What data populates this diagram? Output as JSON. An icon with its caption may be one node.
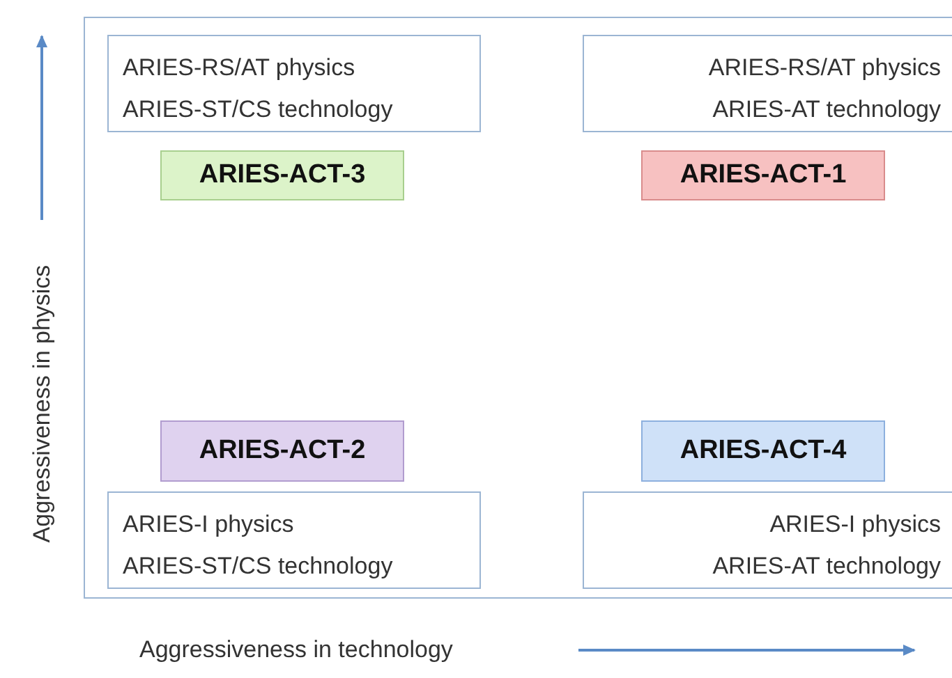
{
  "diagram": {
    "nodes": [
      {
        "text": [
          "ARIES-RS/AT physics",
          "ARIES-ST/CS technology"
        ]
      },
      {
        "text": [
          "ARIES-RS/AT physics",
          "ARIES-AT technology"
        ]
      },
      {
        "text": [
          "ARIES-ACT-3"
        ]
      },
      {
        "text": [
          "ARIES-ACT-1"
        ]
      },
      {
        "text": [
          "ARIES-ACT-2"
        ]
      },
      {
        "text": [
          "ARIES-ACT-4"
        ]
      },
      {
        "text": [
          "ARIES-I physics",
          "ARIES-ST/CS technology"
        ]
      },
      {
        "text": [
          "ARIES-I physics",
          "ARIES-AT technology"
        ]
      }
    ],
    "edges": [],
    "labels": [
      "Aggressiveness in physics",
      "Aggressiveness in technology"
    ]
  }
}
